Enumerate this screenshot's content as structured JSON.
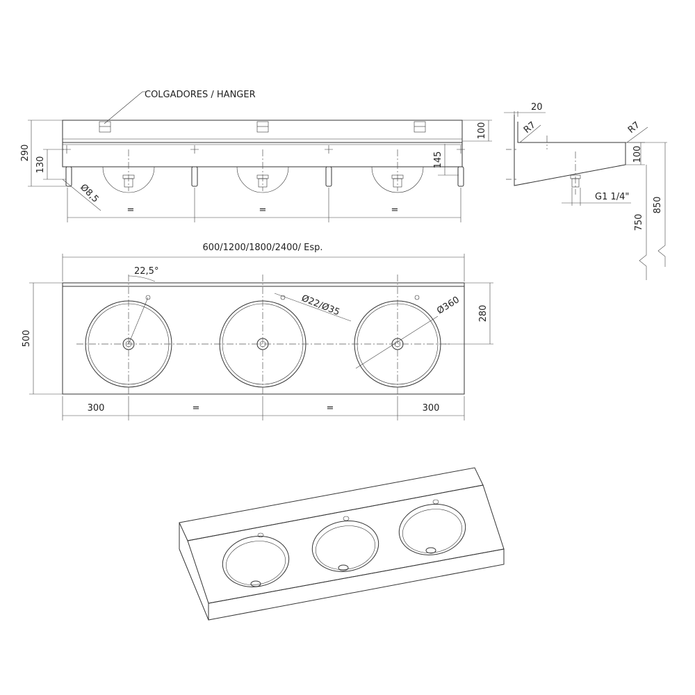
{
  "front_view": {
    "hanger_label": "COLGADORES  /  HANGER",
    "dim_total_height": "290",
    "dim_leg_height": "130",
    "dim_backsplash": "100",
    "dim_basin_depth": "145",
    "dim_hole": "Ø8,5",
    "equal_spacing": [
      "=",
      "=",
      "="
    ]
  },
  "side_view": {
    "dim_upstand": "20",
    "radius_back": "R7",
    "radius_front": "R7",
    "dim_front_height": "100",
    "drain_thread": "G1 1/4\"",
    "height_low": "750",
    "height_high": "850"
  },
  "plan_view": {
    "dim_length": "600/1200/1800/2400/ Esp.",
    "dim_depth": "500",
    "dim_center_depth": "280",
    "angle": "22,5°",
    "tap_hole": "Ø22/Ø35",
    "basin_diameter": "Ø360",
    "bottom_dims": [
      "300",
      "=",
      "=",
      "300"
    ]
  }
}
